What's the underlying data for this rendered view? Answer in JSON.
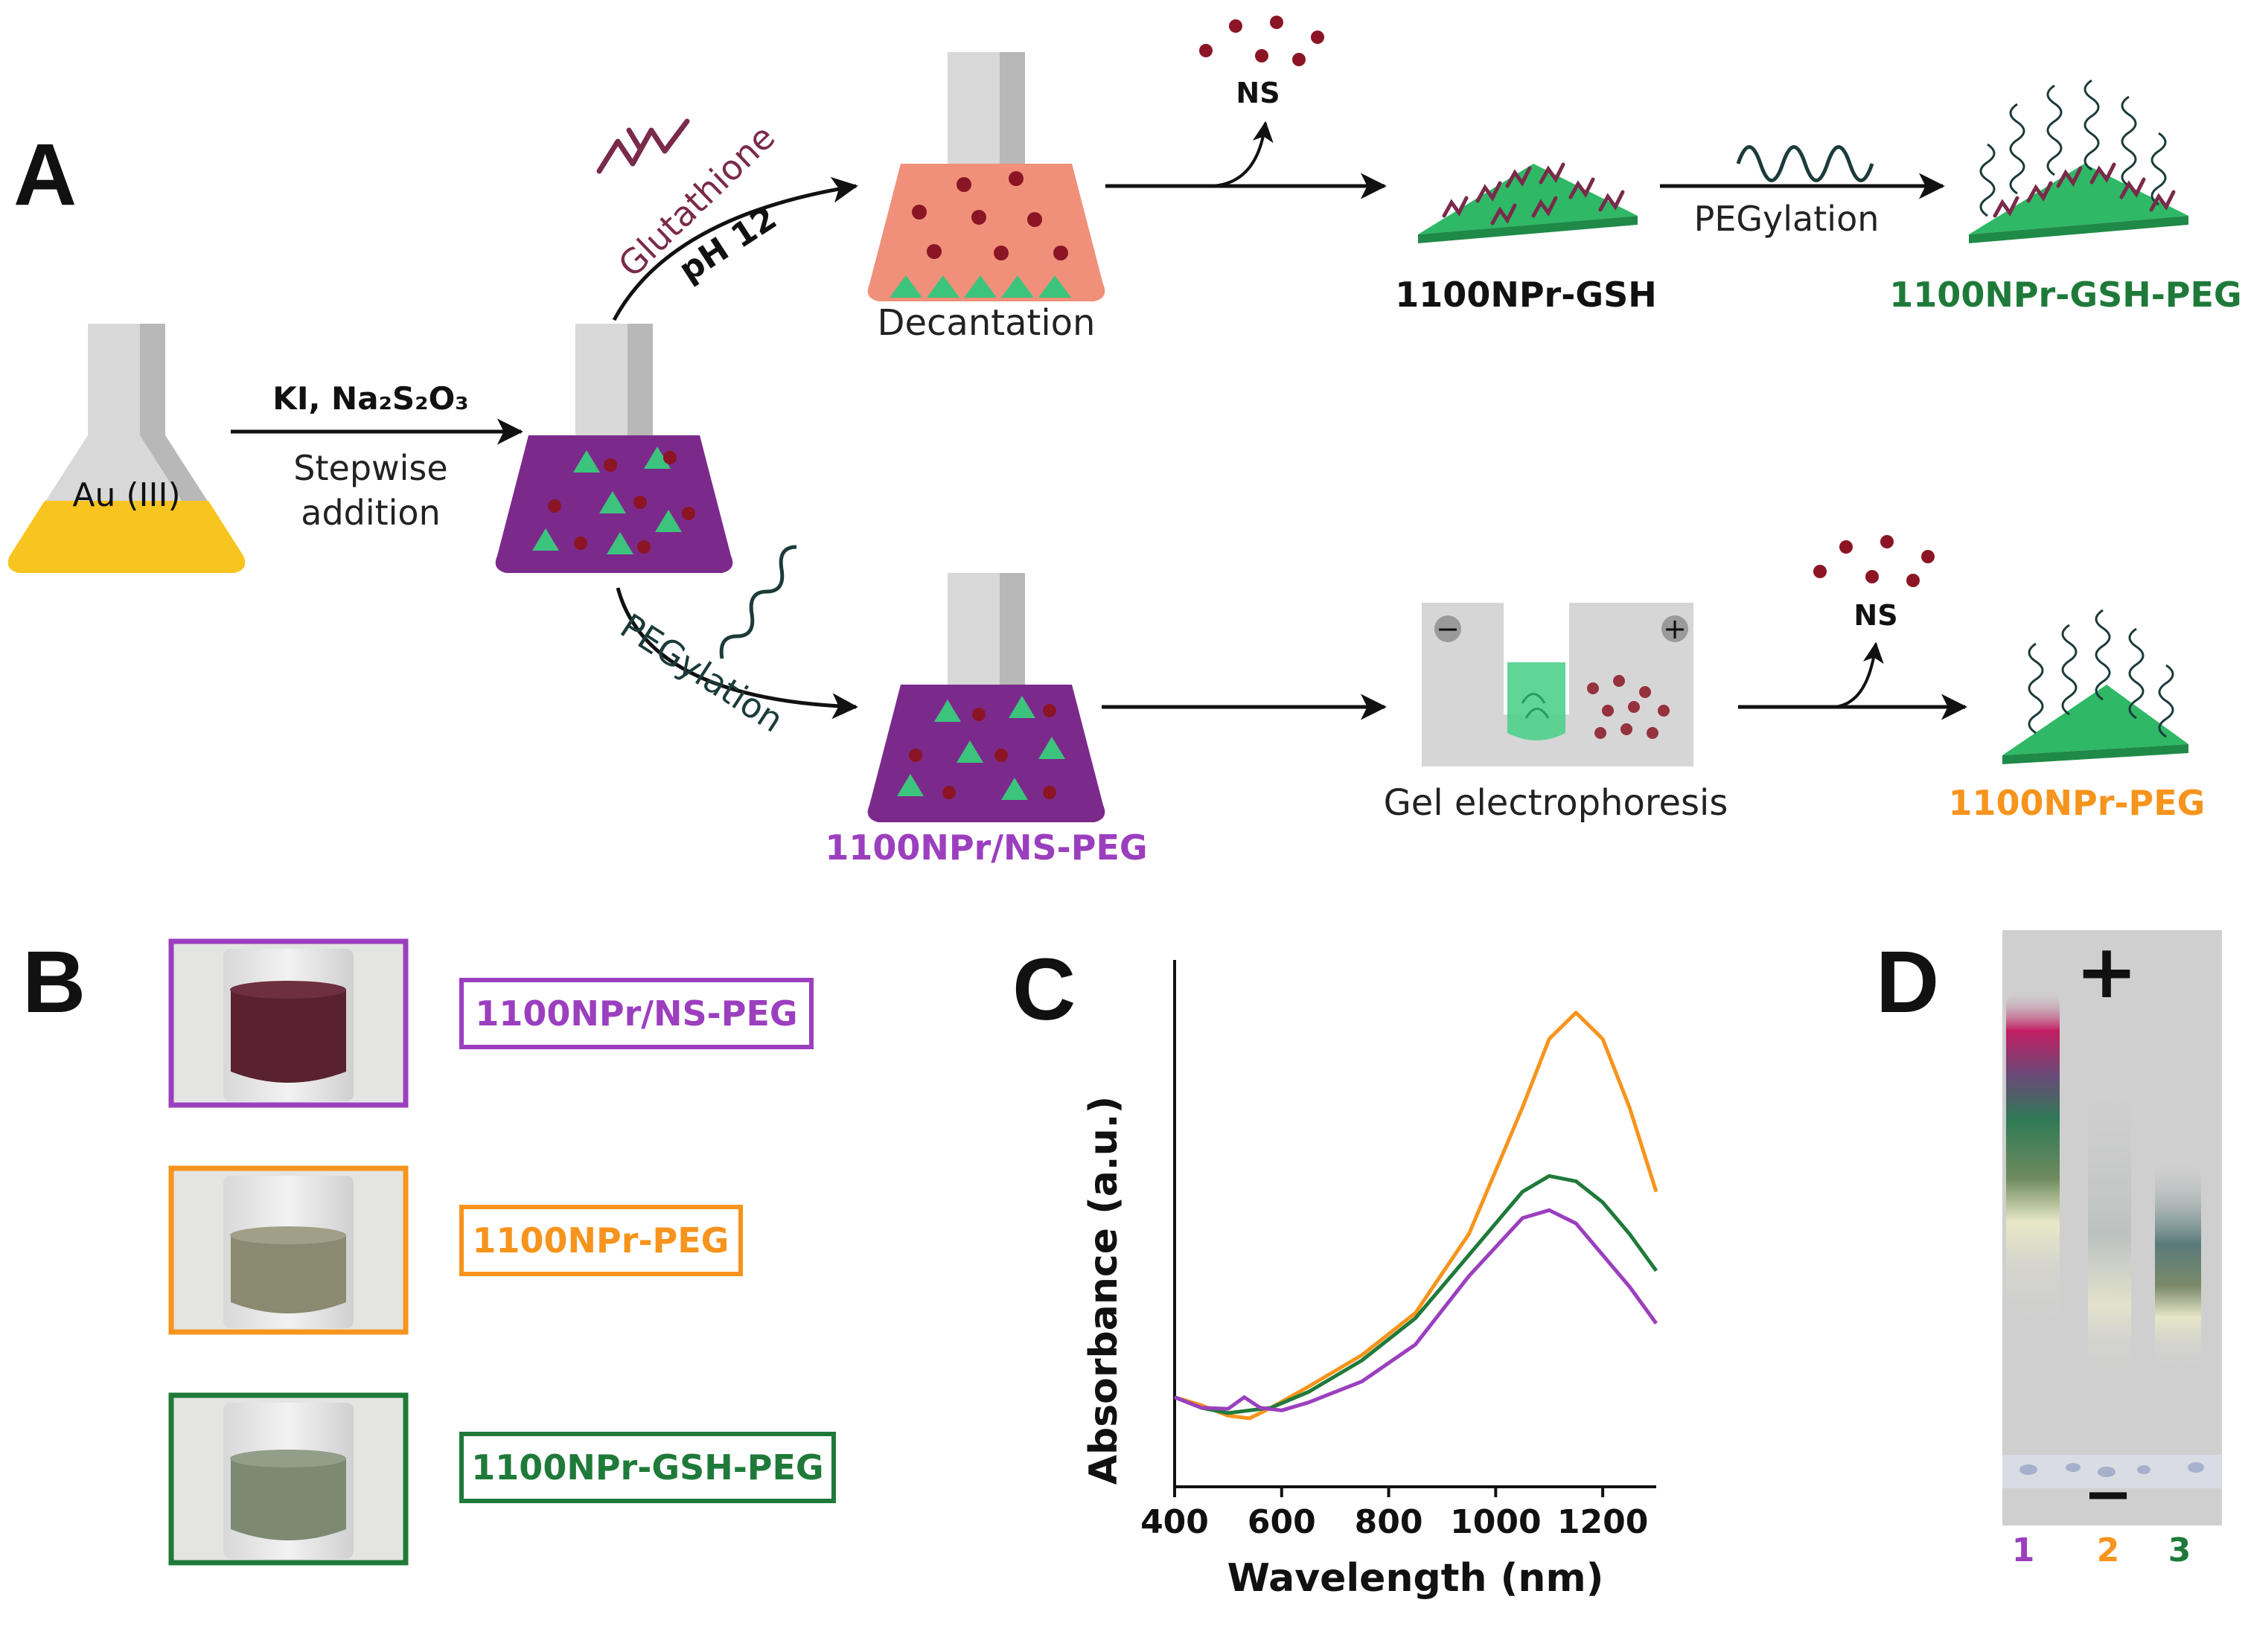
{
  "panels": {
    "a": "A",
    "b": "B",
    "c": "C",
    "d": "D"
  },
  "colors": {
    "orange": "#f7941d",
    "green": "#1f7a3a",
    "purple": "#9b3fbf",
    "flask_purple": "#7b2a8c",
    "flask_salmon": "#f0907a",
    "gold": "#f8c520",
    "triangle": "#3cc47c",
    "dot": "#8b1524",
    "thiol": "#7a2a4a",
    "peg": "#1c3b3b"
  },
  "scheme": {
    "au_label": "Au (III)",
    "reagents": "KI, Na₂S₂O₃",
    "stepwise_1": "Stepwise",
    "stepwise_2": "addition",
    "glutathione": "Glutathione",
    "ph": "pH 12",
    "decantation": "Decantation",
    "ns": "NS",
    "ns_2": "NS",
    "gsh_product": "1100NPr-GSH",
    "pegylation_top": "PEGylation",
    "gsh_peg_product": "1100NPr-GSH-PEG",
    "pegylation_bottom": "PEGylation",
    "ns_peg_product": "1100NPr/NS-PEG",
    "gel_label": "Gel electrophoresis",
    "peg_product": "1100NPr-PEG",
    "gel_minus": "−",
    "gel_plus": "+"
  },
  "panel_b": {
    "labels": [
      "1100NPr/NS-PEG",
      "1100NPr-PEG",
      "1100NPr-GSH-PEG"
    ],
    "liquid_colors": [
      "#5a2230",
      "#8a8a70",
      "#7c8a72"
    ]
  },
  "chart_data": {
    "type": "line",
    "xlabel": "Wavelength (nm)",
    "ylabel": "Absorbance (a.u.)",
    "xlim": [
      400,
      1300
    ],
    "xticks": [
      "400",
      "600",
      "800",
      "1000",
      "1200"
    ],
    "y_ticks_shown": false,
    "grid": false,
    "legend": "none",
    "series": [
      {
        "color": "#f7941d",
        "x": [
          400,
          450,
          500,
          540,
          580,
          650,
          750,
          850,
          950,
          1050,
          1100,
          1150,
          1200,
          1250,
          1300
        ],
        "y": [
          0.17,
          0.155,
          0.135,
          0.13,
          0.15,
          0.19,
          0.25,
          0.33,
          0.48,
          0.72,
          0.85,
          0.9,
          0.85,
          0.72,
          0.56
        ]
      },
      {
        "color": "#1f7a3a",
        "x": [
          400,
          450,
          500,
          540,
          580,
          650,
          750,
          850,
          950,
          1050,
          1100,
          1150,
          1200,
          1250,
          1300
        ],
        "y": [
          0.17,
          0.15,
          0.14,
          0.145,
          0.15,
          0.18,
          0.24,
          0.32,
          0.44,
          0.56,
          0.59,
          0.58,
          0.54,
          0.48,
          0.41
        ]
      },
      {
        "color": "#9b3fbf",
        "x": [
          400,
          450,
          500,
          530,
          560,
          600,
          650,
          750,
          850,
          950,
          1050,
          1100,
          1150,
          1200,
          1250,
          1300
        ],
        "y": [
          0.17,
          0.15,
          0.148,
          0.17,
          0.15,
          0.145,
          0.16,
          0.2,
          0.27,
          0.4,
          0.51,
          0.525,
          0.5,
          0.44,
          0.38,
          0.31
        ]
      }
    ]
  },
  "panel_d": {
    "plus": "+",
    "minus": "−",
    "lanes": [
      {
        "label": "1",
        "color": "#9b3fbf"
      },
      {
        "label": "2",
        "color": "#f7941d"
      },
      {
        "label": "3",
        "color": "#1f7a3a"
      }
    ]
  }
}
